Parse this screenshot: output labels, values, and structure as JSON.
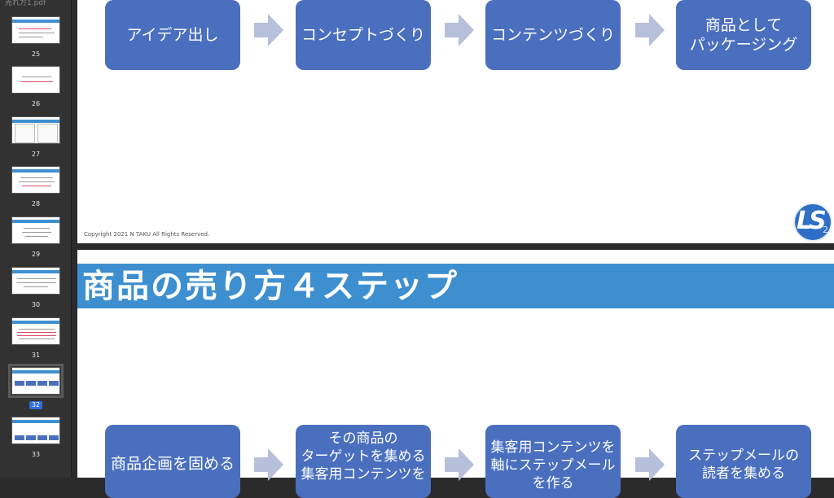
{
  "sidebar": {
    "file_title": "売れ方1.pdf",
    "pages": [
      {
        "num": "25",
        "selected": false
      },
      {
        "num": "26",
        "selected": false
      },
      {
        "num": "27",
        "selected": false
      },
      {
        "num": "28",
        "selected": false
      },
      {
        "num": "29",
        "selected": false
      },
      {
        "num": "30",
        "selected": false
      },
      {
        "num": "31",
        "selected": false
      },
      {
        "num": "32",
        "selected": true
      },
      {
        "num": "33",
        "selected": false
      }
    ]
  },
  "slide32": {
    "steps": [
      "アイデア出し",
      "コンセプトづくり",
      "コンテンツづくり",
      "商品として\nパッケージング"
    ],
    "copyright": "Copyright 2021 N TAKU All Rights Reserved.",
    "logo_text": "LS",
    "page_badge": "2"
  },
  "slide33": {
    "title": "商品の売り方４ステップ",
    "steps": [
      "商品企画を固める",
      "その商品の\nターゲットを集める\n集客用コンテンツを",
      "集客用コンテンツを\n軸にステップメール\nを作る",
      "ステップメールの\n読者を集める"
    ]
  },
  "colors": {
    "step_box": "#4a6fbf",
    "arrow": "#b7c0da",
    "title_band": "#3d8fd0",
    "selected_page": "#2f6fd6"
  }
}
